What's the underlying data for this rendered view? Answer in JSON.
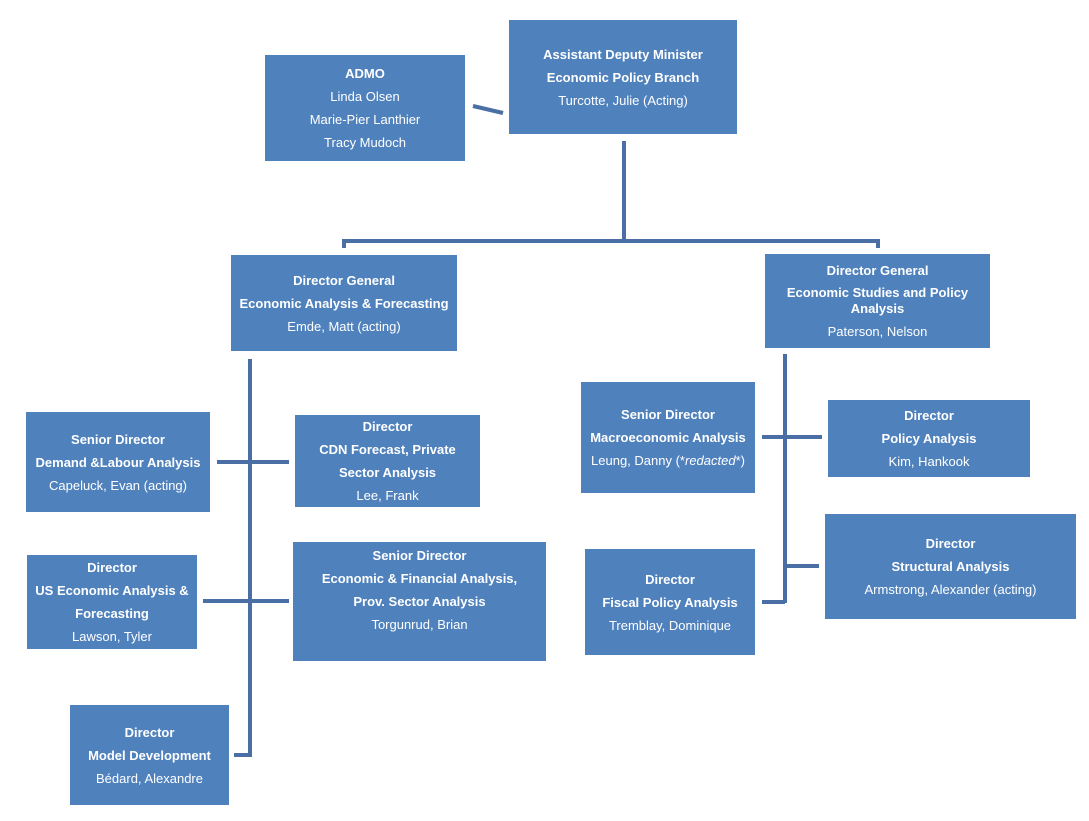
{
  "colors": {
    "box_fill": "#4f81bd",
    "connector": "#4a6fa5",
    "text": "#ffffff"
  },
  "nodes": {
    "adm": {
      "title1": "Assistant Deputy Minister",
      "title2": "Economic Policy Branch",
      "name": "Turcotte, Julie (Acting)"
    },
    "admo": {
      "title": "ADMO",
      "names": [
        "Linda Olsen",
        "Marie-Pier Lanthier",
        "Tracy Mudoch"
      ]
    },
    "dg_forecasting": {
      "title1": "Director General",
      "title2": "Economic  Analysis & Forecasting",
      "name": "Emde, Matt (acting)"
    },
    "dg_studies": {
      "title1": "Director General",
      "title2": "Economic  Studies and  Policy Analysis",
      "name": "Paterson, Nelson"
    },
    "sd_demand_labour": {
      "title1": "Senior Director",
      "title2": "Demand &Labour Analysis",
      "name": "Capeluck, Evan (acting)"
    },
    "d_cdn_forecast": {
      "title1": "Director",
      "title2": "CDN Forecast, Private Sector Analysis",
      "name": "Lee, Frank"
    },
    "d_us_economic": {
      "title1": "Director",
      "title2": "US Economic Analysis & Forecasting",
      "name": "Lawson, Tyler"
    },
    "sd_econ_financial": {
      "title1": "Senior Director",
      "title2": "Economic & Financial Analysis,",
      "title3": "Prov. Sector Analysis",
      "name": "Torgunrud, Brian"
    },
    "d_model_dev": {
      "title1": "Director",
      "title2": "Model Development",
      "name": "Bédard, Alexandre"
    },
    "sd_macro": {
      "title1": "Senior Director",
      "title2": "Macroeconomic Analysis",
      "name_prefix": "Leung, Danny (*",
      "name_redacted": "redacted",
      "name_suffix": "*)"
    },
    "d_policy": {
      "title1": "Director",
      "title2": "Policy Analysis",
      "name": "Kim, Hankook"
    },
    "d_fiscal": {
      "title1": "Director",
      "title2": "Fiscal Policy Analysis",
      "name": "Tremblay, Dominique"
    },
    "d_structural": {
      "title1": "Director",
      "title2": "Structural Analysis",
      "name": "Armstrong, Alexander (acting)"
    }
  }
}
